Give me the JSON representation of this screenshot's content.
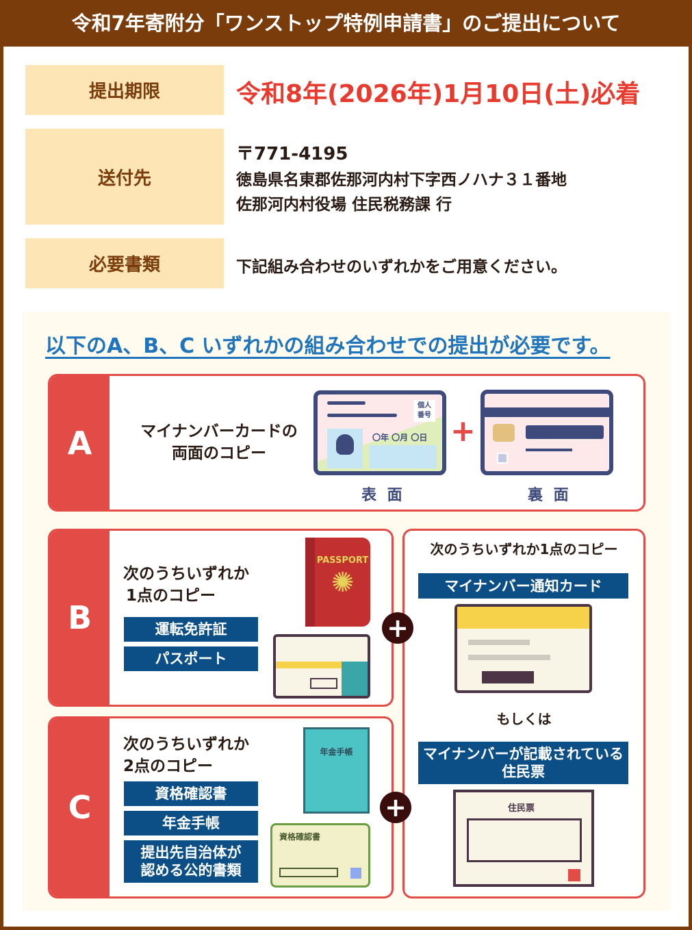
{
  "header": {
    "title": "令和7年寄附分「ワンストップ特例申請書」のご提出について"
  },
  "deadline": {
    "label": "提出期限",
    "value": "令和8年(2026年)1月10日(土)必着"
  },
  "destination": {
    "label": "送付先",
    "postal": "〒771-4195",
    "address": "徳島県名東郡佐那河内村下字西ノハナ３１番地",
    "office": "佐那河内村役場 住民税務課 行"
  },
  "documents": {
    "label": "必要書類",
    "value": "下記組み合わせのいずれかをご用意ください。"
  },
  "subtitle": "以下のA、B、C いずれかの組み合わせでの提出が必要です。",
  "option_a": {
    "letter": "A",
    "text1": "マイナンバーカードの",
    "text2": "両面のコピー",
    "front_label": "表 面",
    "back_label": "裏 面",
    "card_badge1": "個人",
    "card_badge2": "番号",
    "card_date": "〇年 〇月 〇日"
  },
  "option_b": {
    "letter": "B",
    "text1": "次のうちいずれか",
    "text2": "1点のコピー",
    "items": [
      "運転免許証",
      "パスポート"
    ],
    "passport_text": "PASSPORT"
  },
  "option_c": {
    "letter": "C",
    "text1": "次のうちいずれか",
    "text2": "2点のコピー",
    "items": [
      "資格確認書",
      "年金手帳",
      "提出先自治体が\n認める公的書類"
    ],
    "pension_text": "年金手帳",
    "qual_text": "資格確認書"
  },
  "right_box": {
    "title": "次のうちいずれか1点のコピー",
    "item1": "マイナンバー通知カード",
    "or": "もしくは",
    "item2_line1": "マイナンバーが記載されている",
    "item2_line2": "住民票",
    "juminhyo_text": "住民票"
  }
}
